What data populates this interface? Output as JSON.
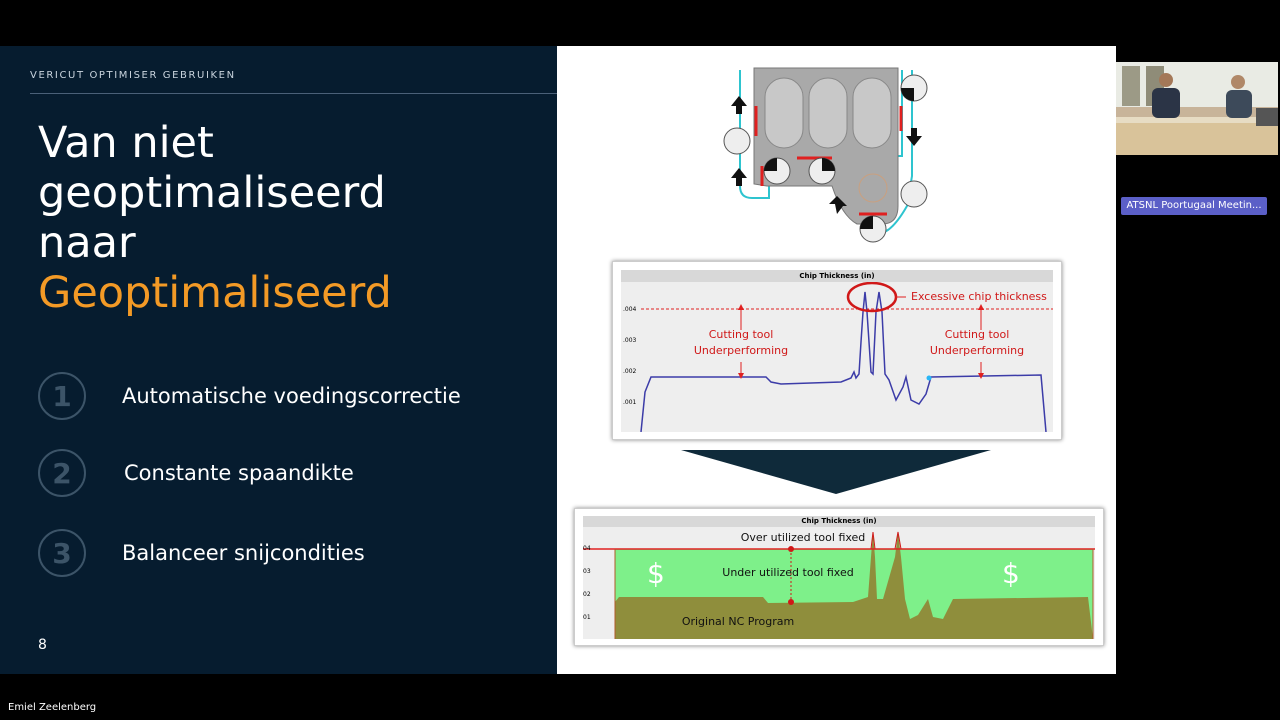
{
  "slide": {
    "overline": "VERICUT OPTIMISER GEBRUIKEN",
    "title_lines": [
      "Van niet",
      "geoptimaliseerd",
      "naar"
    ],
    "title_accent": "Geoptimaliseerd",
    "steps": [
      {
        "num": "1",
        "label": "Automatische voedingscorrectie"
      },
      {
        "num": "2",
        "label": "Constante spaandikte"
      },
      {
        "num": "3",
        "label": "Balanceer snijcondities"
      }
    ],
    "page_number": "8",
    "colors": {
      "background": "#061c2f",
      "accent": "#f39a26",
      "circle": "#3c5468"
    }
  },
  "chart_top": {
    "title": "Chip Thickness (in)",
    "y_ticks": [
      ".004",
      ".003",
      ".002",
      ".001"
    ],
    "annotations": {
      "excessive": "Excessive chip thickness",
      "left_line1": "Cutting tool",
      "left_line2": "Underperforming",
      "right_line1": "Cutting tool",
      "right_line2": "Underperforming"
    }
  },
  "chart_bottom": {
    "title": "Chip Thickness (in)",
    "y_ticks": [
      "04",
      "03",
      "02",
      "01"
    ],
    "annotations": {
      "over": "Over utilized tool fixed",
      "under": "Under utilized tool fixed",
      "original": "Original NC Program",
      "dollar_left": "$",
      "dollar_right": "$"
    }
  },
  "meeting": {
    "title": "ATSNL Poortugaal Meetin...",
    "presenter": "Emiel Zeelenberg"
  }
}
